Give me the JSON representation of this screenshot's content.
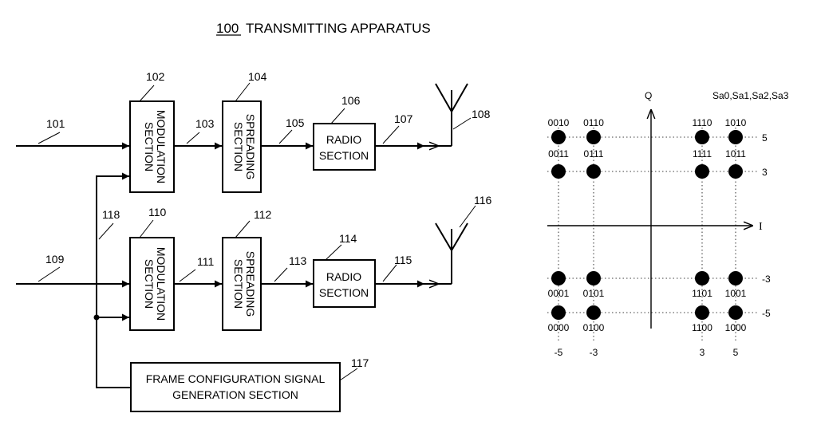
{
  "title": {
    "number": "100",
    "text": "TRANSMITTING APPARATUS"
  },
  "blocks": {
    "modulation_1": {
      "ref": "102",
      "lines": [
        "MODULATION",
        "SECTION"
      ]
    },
    "spreading_1": {
      "ref": "104",
      "lines": [
        "SPREADING",
        "SECTION"
      ]
    },
    "radio_1": {
      "ref": "106",
      "lines": [
        "RADIO",
        "SECTION"
      ]
    },
    "modulation_2": {
      "ref": "110",
      "lines": [
        "MODULATION",
        "SECTION"
      ]
    },
    "spreading_2": {
      "ref": "112",
      "lines": [
        "SPREADING",
        "SECTION"
      ]
    },
    "radio_2": {
      "ref": "114",
      "lines": [
        "RADIO",
        "SECTION"
      ]
    },
    "frame_config": {
      "ref": "117",
      "lines": [
        "FRAME CONFIGURATION SIGNAL",
        "GENERATION SECTION"
      ]
    }
  },
  "signals": {
    "s101": "101",
    "s103": "103",
    "s105": "105",
    "s107": "107",
    "s109": "109",
    "s111": "111",
    "s113": "113",
    "s115": "115",
    "s118": "118"
  },
  "antennas": {
    "a108": "108",
    "a116": "116"
  },
  "constellation": {
    "legend": "Sa0,Sa1,Sa2,Sa3",
    "axis_q": "Q",
    "axis_i": "I",
    "i_ticks": [
      "-5",
      "-3",
      "3",
      "5"
    ],
    "q_ticks": [
      "5",
      "3",
      "-3",
      "-5"
    ],
    "points": [
      {
        "i": -5,
        "q": 5,
        "label": "0010"
      },
      {
        "i": -3,
        "q": 5,
        "label": "0110"
      },
      {
        "i": 3,
        "q": 5,
        "label": "1110"
      },
      {
        "i": 5,
        "q": 5,
        "label": "1010"
      },
      {
        "i": -5,
        "q": 3,
        "label": "0011"
      },
      {
        "i": -3,
        "q": 3,
        "label": "0111"
      },
      {
        "i": 3,
        "q": 3,
        "label": "1111"
      },
      {
        "i": 5,
        "q": 3,
        "label": "1011"
      },
      {
        "i": -5,
        "q": -3,
        "label": "0001"
      },
      {
        "i": -3,
        "q": -3,
        "label": "0101"
      },
      {
        "i": 3,
        "q": -3,
        "label": "1101"
      },
      {
        "i": 5,
        "q": -3,
        "label": "1001"
      },
      {
        "i": -5,
        "q": -5,
        "label": "0000"
      },
      {
        "i": -3,
        "q": -5,
        "label": "0100"
      },
      {
        "i": 3,
        "q": -5,
        "label": "1100"
      },
      {
        "i": 5,
        "q": -5,
        "label": "1000"
      }
    ]
  }
}
